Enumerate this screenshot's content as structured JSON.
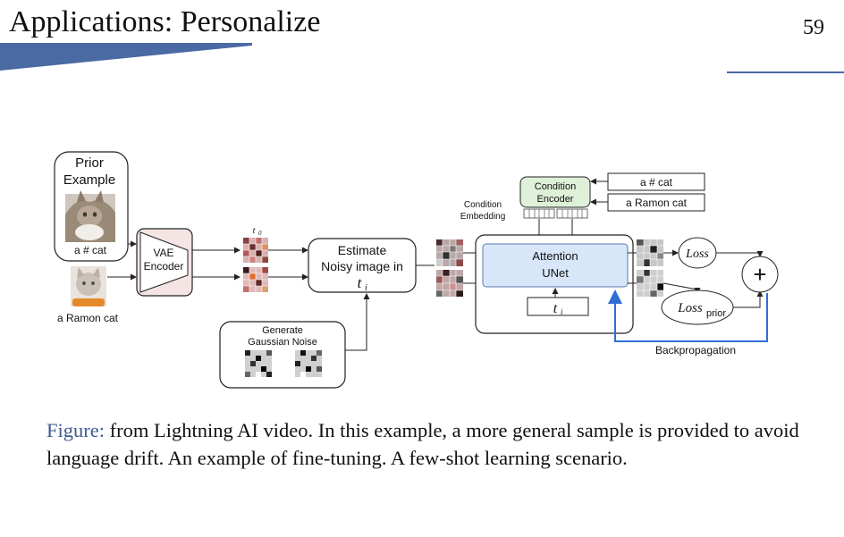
{
  "slide": {
    "title": "Applications: Personalize",
    "page_number": "59",
    "accent_color": "#4a6aa3"
  },
  "diagram": {
    "prior_example_line1": "Prior",
    "prior_example_line2": "Example",
    "prior_prompt": "a # cat",
    "instance_prompt": "a Ramon cat",
    "vae_line1": "VAE",
    "vae_line2": "Encoder",
    "t0_label": "t",
    "t0_sub": "0",
    "estimate_line1": "Estimate",
    "estimate_line2": "Noisy image in",
    "ti_base": "t",
    "ti_sub": "i",
    "noise_line1": "Generate",
    "noise_line2": "Gaussian Noise",
    "condition_embedding_line1": "Condition",
    "condition_embedding_line2": "Embedding",
    "condition_encoder_line1": "Condition",
    "condition_encoder_line2": "Encoder",
    "prompt_box1": "a # cat",
    "prompt_box2": "a Ramon cat",
    "unet_line1": "Attention",
    "unet_line2": "UNet",
    "loss_label": "Loss",
    "loss_prior_base": "Loss",
    "loss_prior_sub": "prior",
    "plus_symbol": "+",
    "backprop_label": "Backpropagation",
    "backprop_color": "#2f6fd6",
    "unet_fill": "#d8e6fa",
    "encoder_fill": "#dff0d8",
    "vae_fill": "#f5e4e4"
  },
  "caption": {
    "lead": "Figure:",
    "text": " from Lightning AI video. In this example, a more general sample is provided to avoid language drift. An example of fine-tuning. A few-shot learning scenario."
  }
}
